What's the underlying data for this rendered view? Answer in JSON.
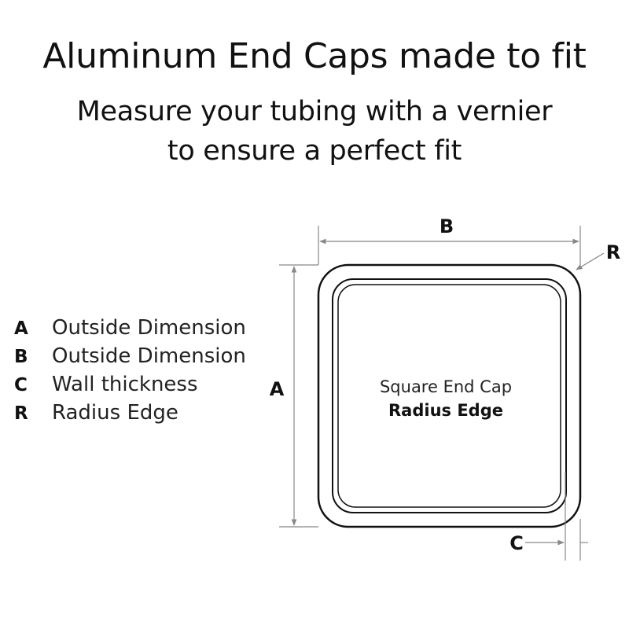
{
  "header": {
    "title": "Aluminum End Caps made to fit",
    "subtitle_line1": "Measure your tubing with a vernier",
    "subtitle_line2": "to ensure a perfect fit"
  },
  "legend": [
    {
      "key": "A",
      "text": "Outside Dimension"
    },
    {
      "key": "B",
      "text": "Outside Dimension"
    },
    {
      "key": "C",
      "text": "Wall thickness"
    },
    {
      "key": "R",
      "text": "Radius Edge"
    }
  ],
  "diagram": {
    "label_a": "A",
    "label_b": "B",
    "label_c": "C",
    "label_r": "R",
    "center_line1": "Square End Cap",
    "center_line2": "Radius Edge"
  },
  "colors": {
    "outline": "#111111",
    "dimension_line": "#888888"
  }
}
